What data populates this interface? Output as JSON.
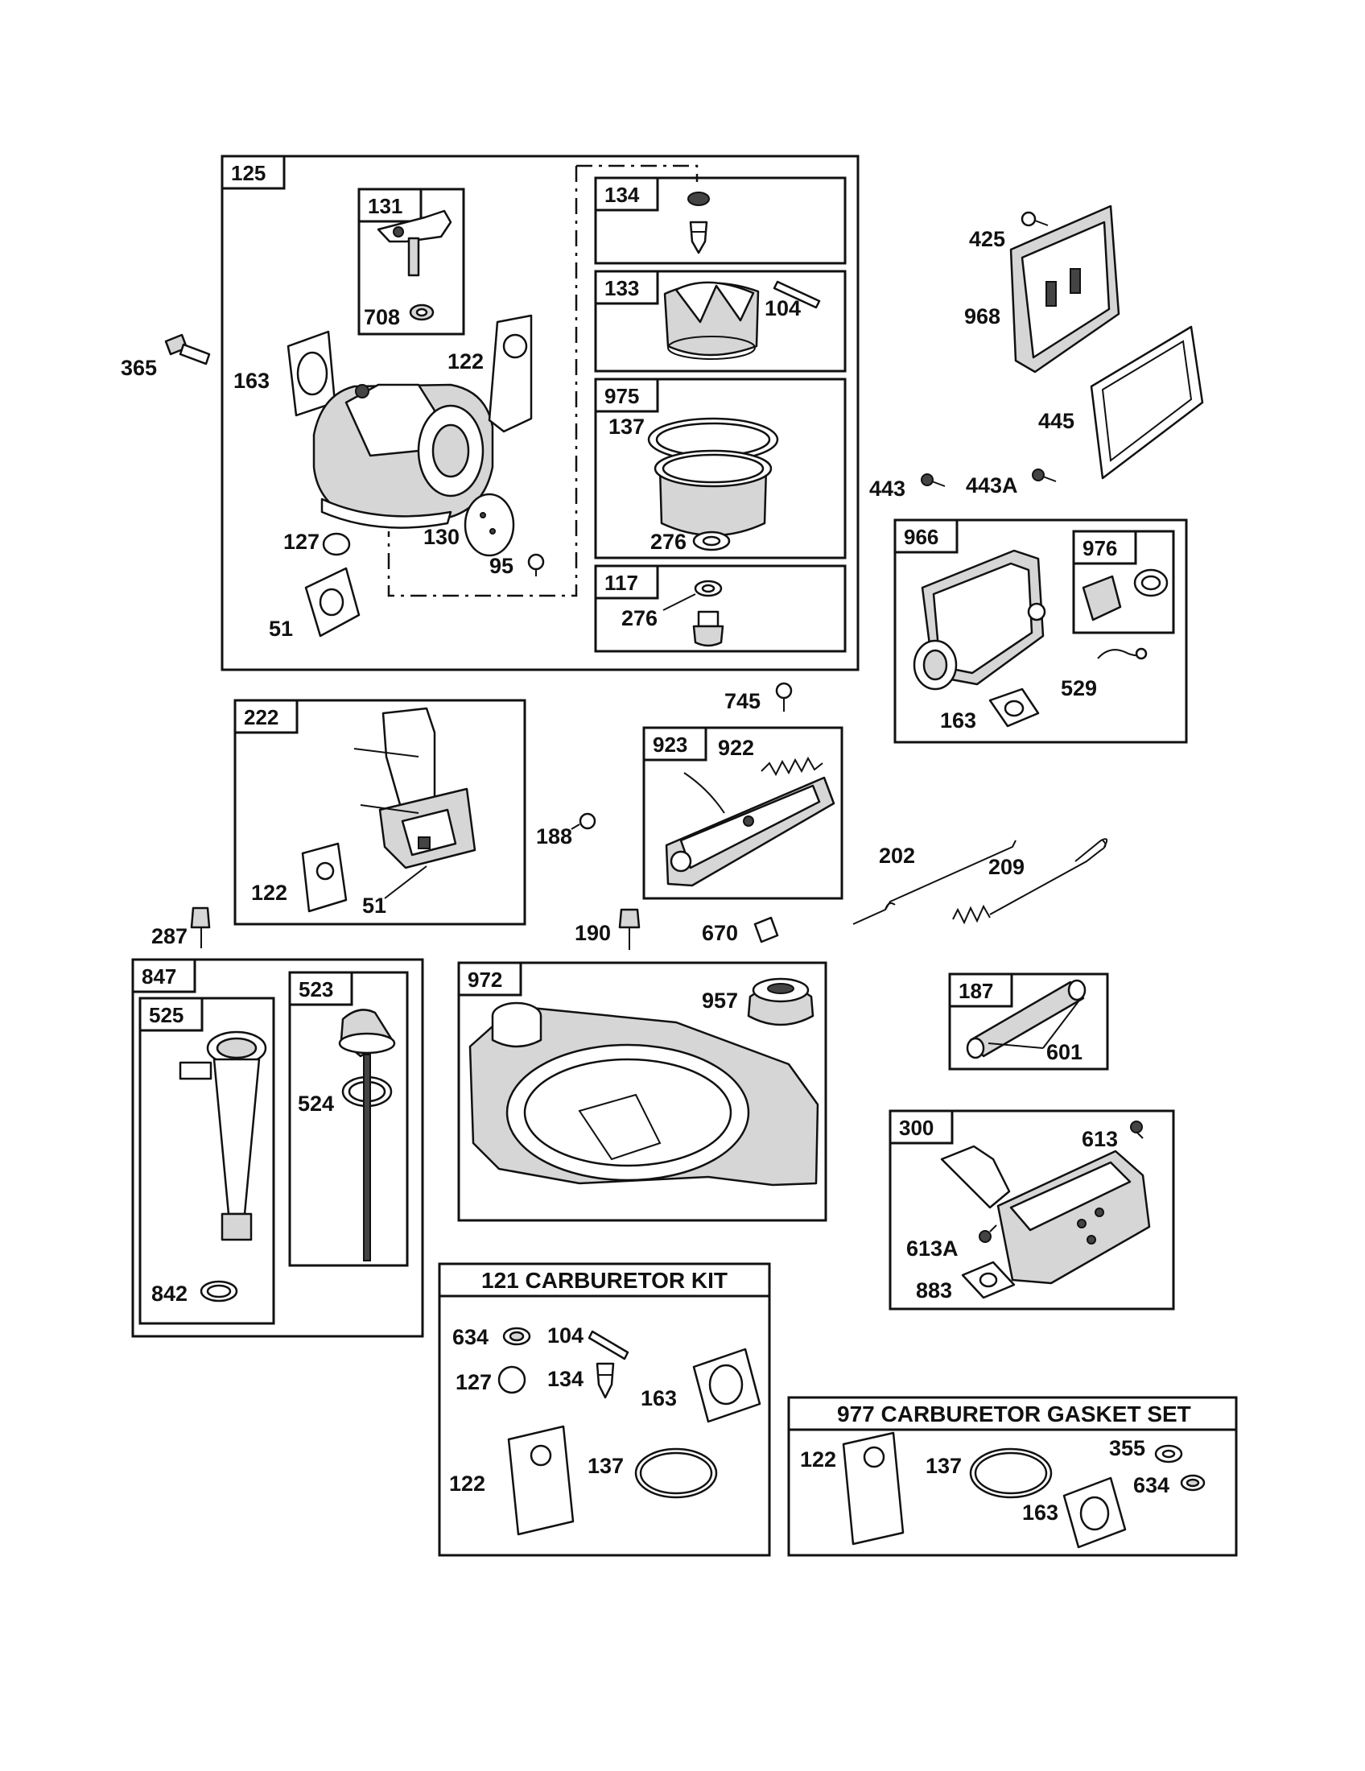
{
  "boxes": {
    "b125": "125",
    "b131": "131",
    "b134": "134",
    "b133": "133",
    "b975": "975",
    "b117": "117",
    "b222": "222",
    "b923": "923",
    "b966": "966",
    "b976": "976",
    "b847": "847",
    "b525": "525",
    "b523": "523",
    "b972": "972",
    "b187": "187",
    "b300": "300"
  },
  "kit_titles": {
    "carb_kit": "121 CARBURETOR KIT",
    "gasket_set": "977 CARBURETOR  GASKET SET"
  },
  "labels": {
    "l365": "365",
    "l163a": "163",
    "l708": "708",
    "l122a": "122",
    "l104a": "104",
    "l137a": "137",
    "l127a": "127",
    "l130": "130",
    "l276a": "276",
    "l95": "95",
    "l51a": "51",
    "l276b": "276",
    "l425": "425",
    "l968": "968",
    "l445": "445",
    "l443": "443",
    "l443a": "443A",
    "l163b": "163",
    "l529": "529",
    "l745": "745",
    "l922": "922",
    "l188": "188",
    "l122b": "122",
    "l51b": "51",
    "l202": "202",
    "l209": "209",
    "l287": "287",
    "l190": "190",
    "l670": "670",
    "l957": "957",
    "l524": "524",
    "l842": "842",
    "l601": "601",
    "l613": "613",
    "l613a": "613A",
    "l883": "883",
    "k634": "634",
    "k104": "104",
    "k127": "127",
    "k134": "134",
    "k163": "163",
    "k122": "122",
    "k137": "137",
    "g122": "122",
    "g137": "137",
    "g355": "355",
    "g634": "634",
    "g163": "163"
  },
  "colors": {
    "line": "#111111",
    "background": "#ffffff",
    "shading": "#d6d6d6"
  },
  "icons": [
    "carburetor",
    "float-bowl",
    "float",
    "inlet-needle",
    "gasket",
    "throttle-shaft",
    "air-filter-base",
    "air-filter-element",
    "governor-bracket",
    "control-bracket",
    "link-rod",
    "spring",
    "fuel-tank",
    "fuel-cap",
    "dipstick-tube",
    "dipstick",
    "muffler",
    "fuel-line",
    "bolt",
    "o-ring",
    "washer",
    "primer-bulb"
  ]
}
